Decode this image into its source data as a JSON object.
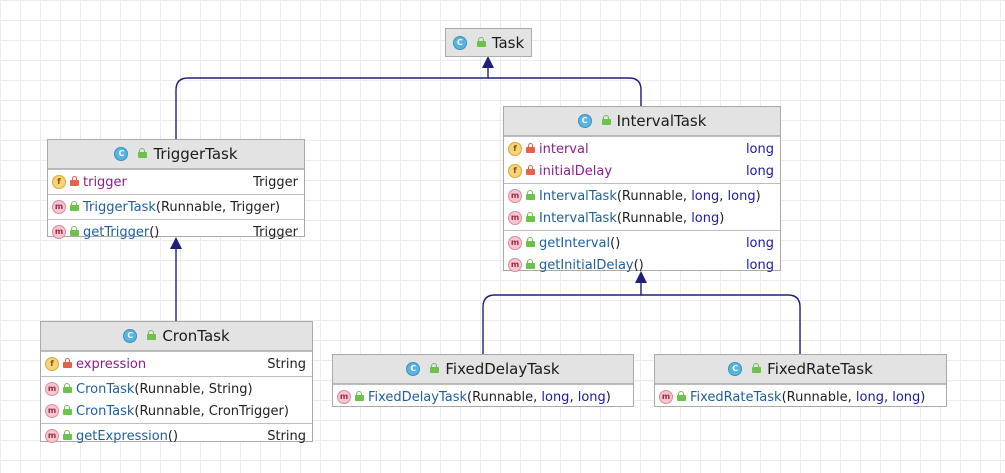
{
  "diagram": {
    "colors": {
      "edge": "#1f1f7a",
      "header_bg": "#e3e3e3",
      "field_name": "#8a1f8a",
      "method_name": "#1f5f9f",
      "keyword": "#1a1aa6"
    },
    "icons": {
      "class": "C",
      "method": "m",
      "field": "f"
    },
    "classes": {
      "task": {
        "name": "Task"
      },
      "trigger_task": {
        "name": "TriggerTask",
        "fields": [
          {
            "name": "trigger",
            "type": "Trigger"
          }
        ],
        "constructors": [
          {
            "name": "TriggerTask",
            "params": "(Runnable, Trigger)"
          }
        ],
        "methods": [
          {
            "name": "getTrigger",
            "params": "()",
            "type": "Trigger"
          }
        ]
      },
      "interval_task": {
        "name": "IntervalTask",
        "fields": [
          {
            "name": "interval",
            "type": "long"
          },
          {
            "name": "initialDelay",
            "type": "long"
          }
        ],
        "constructors": [
          {
            "name": "IntervalTask",
            "params_open": "(Runnable, ",
            "kw1": "long",
            "sep": ", ",
            "kw2": "long",
            "params_close": ")"
          },
          {
            "name": "IntervalTask",
            "params_open": "(Runnable, ",
            "kw1": "long",
            "params_close": ")"
          }
        ],
        "methods": [
          {
            "name": "getInterval",
            "params": "()",
            "type": "long"
          },
          {
            "name": "getInitialDelay",
            "params": "()",
            "type": "long"
          }
        ]
      },
      "cron_task": {
        "name": "CronTask",
        "fields": [
          {
            "name": "expression",
            "type": "String"
          }
        ],
        "constructors": [
          {
            "name": "CronTask",
            "params": "(Runnable, String)"
          },
          {
            "name": "CronTask",
            "params": "(Runnable, CronTrigger)"
          }
        ],
        "methods": [
          {
            "name": "getExpression",
            "params": "()",
            "type": "String"
          }
        ]
      },
      "fixed_delay_task": {
        "name": "FixedDelayTask",
        "constructors": [
          {
            "name": "FixedDelayTask",
            "params_open": "(Runnable, ",
            "kw1": "long",
            "sep": ", ",
            "kw2": "long",
            "params_close": ")"
          }
        ]
      },
      "fixed_rate_task": {
        "name": "FixedRateTask",
        "constructors": [
          {
            "name": "FixedRateTask",
            "params_open": "(Runnable, ",
            "kw1": "long",
            "sep": ", ",
            "kw2": "long",
            "params_close": ")"
          }
        ]
      }
    }
  }
}
